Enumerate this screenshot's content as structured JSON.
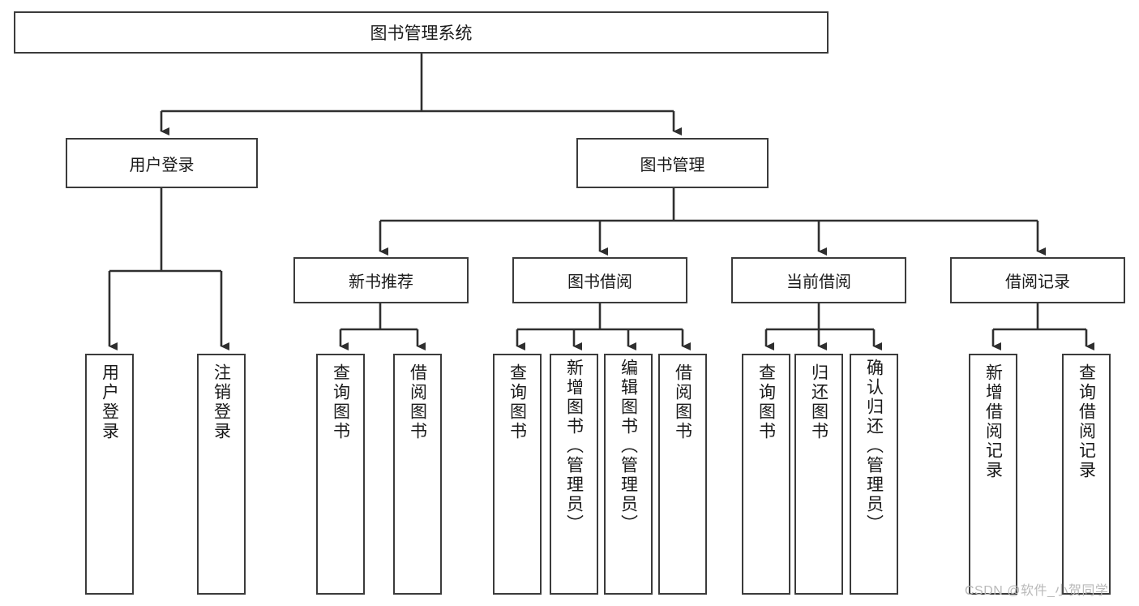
{
  "diagram": {
    "title": "图书管理系统",
    "type": "tree-hierarchy",
    "watermark": "CSDN @软件_小贺同学",
    "root": {
      "label": "图书管理系统"
    },
    "level2": [
      {
        "label": "用户登录"
      },
      {
        "label": "图书管理"
      }
    ],
    "level3": [
      {
        "label": "新书推荐"
      },
      {
        "label": "图书借阅"
      },
      {
        "label": "当前借阅"
      },
      {
        "label": "借阅记录"
      }
    ],
    "leaves": [
      {
        "label": "用户登录",
        "parent": "用户登录"
      },
      {
        "label": "注销登录",
        "parent": "用户登录"
      },
      {
        "label": "查询图书",
        "parent": "新书推荐"
      },
      {
        "label": "借阅图书",
        "parent": "新书推荐"
      },
      {
        "label": "查询图书",
        "parent": "图书借阅"
      },
      {
        "label": "新增图书（管理员）",
        "parent": "图书借阅"
      },
      {
        "label": "编辑图书（管理员）",
        "parent": "图书借阅"
      },
      {
        "label": "借阅图书",
        "parent": "图书借阅"
      },
      {
        "label": "查询图书",
        "parent": "当前借阅"
      },
      {
        "label": "归还图书",
        "parent": "当前借阅"
      },
      {
        "label": "确认归还（管理员）",
        "parent": "当前借阅"
      },
      {
        "label": "新增借阅记录",
        "parent": "借阅记录"
      },
      {
        "label": "查询借阅记录",
        "parent": "借阅记录"
      }
    ],
    "colors": {
      "box_border": "#3b3b3b",
      "box_fill": "#ffffff",
      "connector": "#2f2f2f",
      "text": "#1a1a1a",
      "watermark": "#b9b9b9"
    }
  }
}
